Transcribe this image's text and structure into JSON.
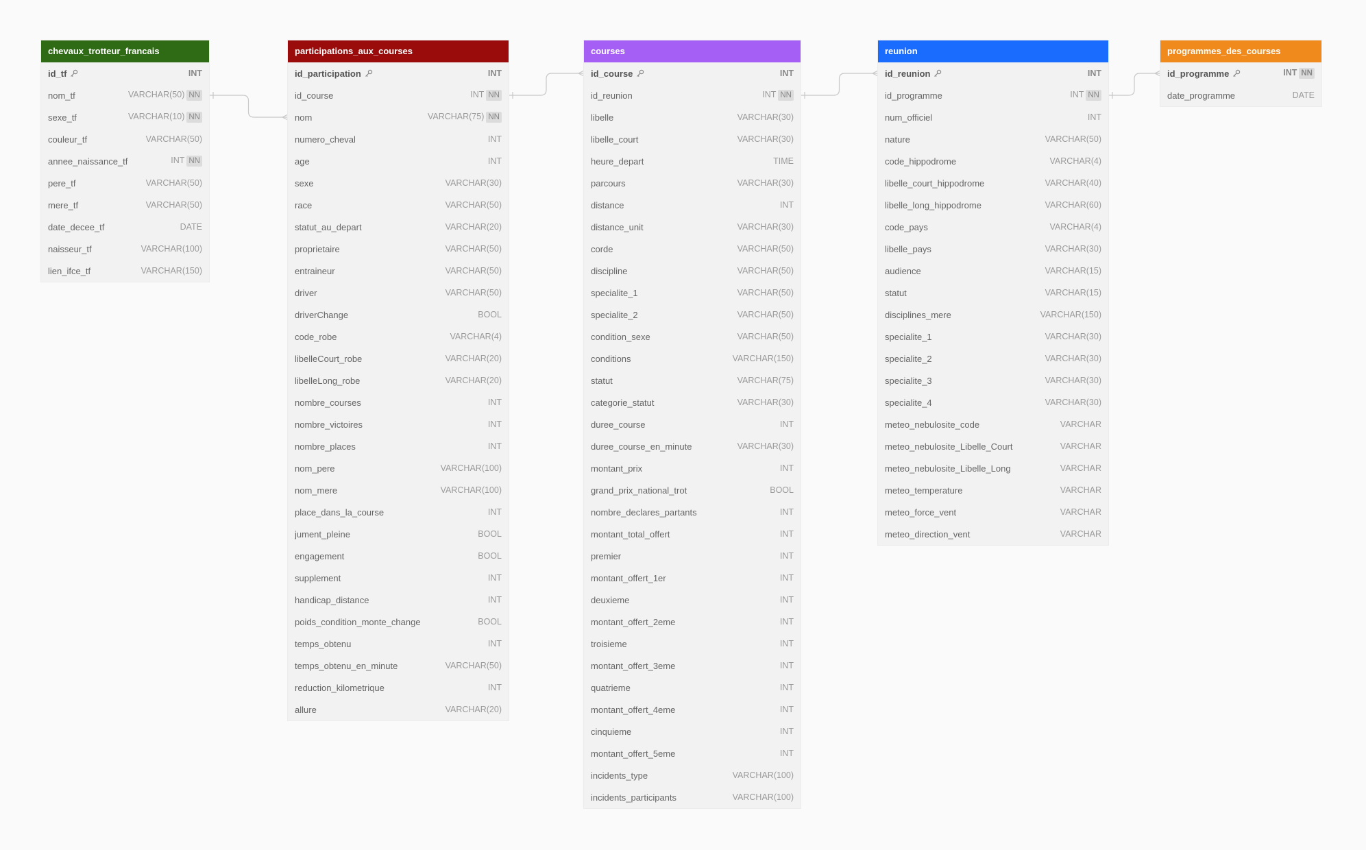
{
  "diagram": {
    "tables": [
      {
        "id": "chevaux",
        "name": "chevaux_trotteur_francais",
        "color": "#2e6b14",
        "columns": [
          {
            "name": "id_tf",
            "type": "INT",
            "pk": true,
            "nn": false
          },
          {
            "name": "nom_tf",
            "type": "VARCHAR(50)",
            "nn": true
          },
          {
            "name": "sexe_tf",
            "type": "VARCHAR(10)",
            "nn": true
          },
          {
            "name": "couleur_tf",
            "type": "VARCHAR(50)",
            "nn": false
          },
          {
            "name": "annee_naissance_tf",
            "type": "INT",
            "nn": true
          },
          {
            "name": "pere_tf",
            "type": "VARCHAR(50)",
            "nn": false
          },
          {
            "name": "mere_tf",
            "type": "VARCHAR(50)",
            "nn": false
          },
          {
            "name": "date_decee_tf",
            "type": "DATE",
            "nn": false
          },
          {
            "name": "naisseur_tf",
            "type": "VARCHAR(100)",
            "nn": false
          },
          {
            "name": "lien_ifce_tf",
            "type": "VARCHAR(150)",
            "nn": false
          }
        ]
      },
      {
        "id": "participations",
        "name": "participations_aux_courses",
        "color": "#9a0c0c",
        "columns": [
          {
            "name": "id_participation",
            "type": "INT",
            "pk": true,
            "nn": false
          },
          {
            "name": "id_course",
            "type": "INT",
            "nn": true
          },
          {
            "name": "nom",
            "type": "VARCHAR(75)",
            "nn": true
          },
          {
            "name": "numero_cheval",
            "type": "INT",
            "nn": false
          },
          {
            "name": "age",
            "type": "INT",
            "nn": false
          },
          {
            "name": "sexe",
            "type": "VARCHAR(30)",
            "nn": false
          },
          {
            "name": "race",
            "type": "VARCHAR(50)",
            "nn": false
          },
          {
            "name": "statut_au_depart",
            "type": "VARCHAR(20)",
            "nn": false
          },
          {
            "name": "proprietaire",
            "type": "VARCHAR(50)",
            "nn": false
          },
          {
            "name": "entraineur",
            "type": "VARCHAR(50)",
            "nn": false
          },
          {
            "name": "driver",
            "type": "VARCHAR(50)",
            "nn": false
          },
          {
            "name": "driverChange",
            "type": "BOOL",
            "nn": false
          },
          {
            "name": "code_robe",
            "type": "VARCHAR(4)",
            "nn": false
          },
          {
            "name": "libelleCourt_robe",
            "type": "VARCHAR(20)",
            "nn": false
          },
          {
            "name": "libelleLong_robe",
            "type": "VARCHAR(20)",
            "nn": false
          },
          {
            "name": "nombre_courses",
            "type": "INT",
            "nn": false
          },
          {
            "name": "nombre_victoires",
            "type": "INT",
            "nn": false
          },
          {
            "name": "nombre_places",
            "type": "INT",
            "nn": false
          },
          {
            "name": "nom_pere",
            "type": "VARCHAR(100)",
            "nn": false
          },
          {
            "name": "nom_mere",
            "type": "VARCHAR(100)",
            "nn": false
          },
          {
            "name": "place_dans_la_course",
            "type": "INT",
            "nn": false
          },
          {
            "name": "jument_pleine",
            "type": "BOOL",
            "nn": false
          },
          {
            "name": "engagement",
            "type": "BOOL",
            "nn": false
          },
          {
            "name": "supplement",
            "type": "INT",
            "nn": false
          },
          {
            "name": "handicap_distance",
            "type": "INT",
            "nn": false
          },
          {
            "name": "poids_condition_monte_change",
            "type": "BOOL",
            "nn": false
          },
          {
            "name": "temps_obtenu",
            "type": "INT",
            "nn": false
          },
          {
            "name": "temps_obtenu_en_minute",
            "type": "VARCHAR(50)",
            "nn": false
          },
          {
            "name": "reduction_kilometrique",
            "type": "INT",
            "nn": false
          },
          {
            "name": "allure",
            "type": "VARCHAR(20)",
            "nn": false
          }
        ]
      },
      {
        "id": "courses",
        "name": "courses",
        "color": "#a55ff5",
        "columns": [
          {
            "name": "id_course",
            "type": "INT",
            "pk": true,
            "nn": false
          },
          {
            "name": "id_reunion",
            "type": "INT",
            "nn": true
          },
          {
            "name": "libelle",
            "type": "VARCHAR(30)",
            "nn": false
          },
          {
            "name": "libelle_court",
            "type": "VARCHAR(30)",
            "nn": false
          },
          {
            "name": "heure_depart",
            "type": "TIME",
            "nn": false
          },
          {
            "name": "parcours",
            "type": "VARCHAR(30)",
            "nn": false
          },
          {
            "name": "distance",
            "type": "INT",
            "nn": false
          },
          {
            "name": "distance_unit",
            "type": "VARCHAR(30)",
            "nn": false
          },
          {
            "name": "corde",
            "type": "VARCHAR(50)",
            "nn": false
          },
          {
            "name": "discipline",
            "type": "VARCHAR(50)",
            "nn": false
          },
          {
            "name": "specialite_1",
            "type": "VARCHAR(50)",
            "nn": false
          },
          {
            "name": "specialite_2",
            "type": "VARCHAR(50)",
            "nn": false
          },
          {
            "name": "condition_sexe",
            "type": "VARCHAR(50)",
            "nn": false
          },
          {
            "name": "conditions",
            "type": "VARCHAR(150)",
            "nn": false
          },
          {
            "name": "statut",
            "type": "VARCHAR(75)",
            "nn": false
          },
          {
            "name": "categorie_statut",
            "type": "VARCHAR(30)",
            "nn": false
          },
          {
            "name": "duree_course",
            "type": "INT",
            "nn": false
          },
          {
            "name": "duree_course_en_minute",
            "type": "VARCHAR(30)",
            "nn": false
          },
          {
            "name": "montant_prix",
            "type": "INT",
            "nn": false
          },
          {
            "name": "grand_prix_national_trot",
            "type": "BOOL",
            "nn": false
          },
          {
            "name": "nombre_declares_partants",
            "type": "INT",
            "nn": false
          },
          {
            "name": "montant_total_offert",
            "type": "INT",
            "nn": false
          },
          {
            "name": "premier",
            "type": "INT",
            "nn": false
          },
          {
            "name": "montant_offert_1er",
            "type": "INT",
            "nn": false
          },
          {
            "name": "deuxieme",
            "type": "INT",
            "nn": false
          },
          {
            "name": "montant_offert_2eme",
            "type": "INT",
            "nn": false
          },
          {
            "name": "troisieme",
            "type": "INT",
            "nn": false
          },
          {
            "name": "montant_offert_3eme",
            "type": "INT",
            "nn": false
          },
          {
            "name": "quatrieme",
            "type": "INT",
            "nn": false
          },
          {
            "name": "montant_offert_4eme",
            "type": "INT",
            "nn": false
          },
          {
            "name": "cinquieme",
            "type": "INT",
            "nn": false
          },
          {
            "name": "montant_offert_5eme",
            "type": "INT",
            "nn": false
          },
          {
            "name": "incidents_type",
            "type": "VARCHAR(100)",
            "nn": false
          },
          {
            "name": "incidents_participants",
            "type": "VARCHAR(100)",
            "nn": false
          }
        ]
      },
      {
        "id": "reunion",
        "name": "reunion",
        "color": "#1a6cff",
        "columns": [
          {
            "name": "id_reunion",
            "type": "INT",
            "pk": true,
            "nn": false
          },
          {
            "name": "id_programme",
            "type": "INT",
            "nn": true
          },
          {
            "name": "num_officiel",
            "type": "INT",
            "nn": false
          },
          {
            "name": "nature",
            "type": "VARCHAR(50)",
            "nn": false
          },
          {
            "name": "code_hippodrome",
            "type": "VARCHAR(4)",
            "nn": false
          },
          {
            "name": "libelle_court_hippodrome",
            "type": "VARCHAR(40)",
            "nn": false
          },
          {
            "name": "libelle_long_hippodrome",
            "type": "VARCHAR(60)",
            "nn": false
          },
          {
            "name": "code_pays",
            "type": "VARCHAR(4)",
            "nn": false
          },
          {
            "name": "libelle_pays",
            "type": "VARCHAR(30)",
            "nn": false
          },
          {
            "name": "audience",
            "type": "VARCHAR(15)",
            "nn": false
          },
          {
            "name": "statut",
            "type": "VARCHAR(15)",
            "nn": false
          },
          {
            "name": "disciplines_mere",
            "type": "VARCHAR(150)",
            "nn": false
          },
          {
            "name": "specialite_1",
            "type": "VARCHAR(30)",
            "nn": false
          },
          {
            "name": "specialite_2",
            "type": "VARCHAR(30)",
            "nn": false
          },
          {
            "name": "specialite_3",
            "type": "VARCHAR(30)",
            "nn": false
          },
          {
            "name": "specialite_4",
            "type": "VARCHAR(30)",
            "nn": false
          },
          {
            "name": "meteo_nebulosite_code",
            "type": "VARCHAR",
            "nn": false
          },
          {
            "name": "meteo_nebulosite_Libelle_Court",
            "type": "VARCHAR",
            "nn": false
          },
          {
            "name": "meteo_nebulosite_Libelle_Long",
            "type": "VARCHAR",
            "nn": false
          },
          {
            "name": "meteo_temperature",
            "type": "VARCHAR",
            "nn": false
          },
          {
            "name": "meteo_force_vent",
            "type": "VARCHAR",
            "nn": false
          },
          {
            "name": "meteo_direction_vent",
            "type": "VARCHAR",
            "nn": false
          }
        ]
      },
      {
        "id": "programmes",
        "name": "programmes_des_courses",
        "color": "#f08a1c",
        "columns": [
          {
            "name": "id_programme",
            "type": "INT",
            "pk": true,
            "nn": true
          },
          {
            "name": "date_programme",
            "type": "DATE",
            "nn": false
          }
        ]
      }
    ],
    "relations": [
      {
        "from_table": "chevaux",
        "from_column": "nom_tf",
        "to_table": "participations",
        "to_column": "nom"
      },
      {
        "from_table": "participations",
        "from_column": "id_course",
        "to_table": "courses",
        "to_column": "id_course"
      },
      {
        "from_table": "courses",
        "from_column": "id_reunion",
        "to_table": "reunion",
        "to_column": "id_reunion"
      },
      {
        "from_table": "reunion",
        "from_column": "id_programme",
        "to_table": "programmes",
        "to_column": "id_programme"
      }
    ],
    "nn_label": "NN"
  }
}
